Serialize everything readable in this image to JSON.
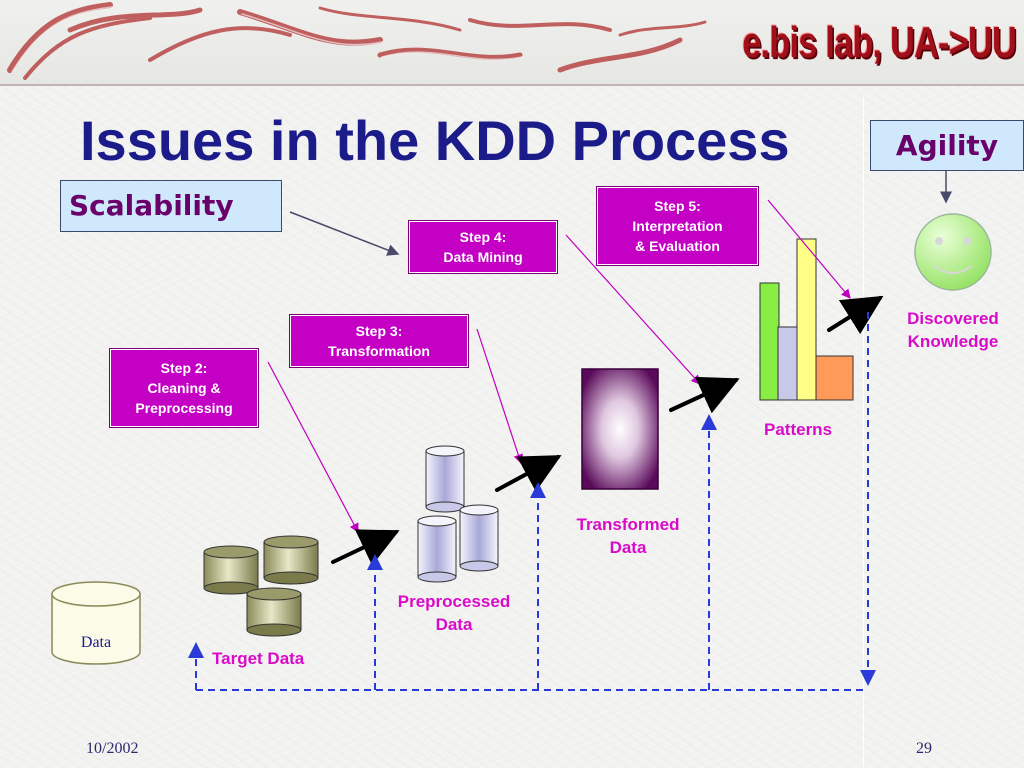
{
  "header": {
    "lab_name": "e.bis lab, UA->UU"
  },
  "title": "Issues in the KDD Process",
  "concerns": {
    "scalability": "Scalability",
    "agility": "Agility"
  },
  "steps": {
    "step2": [
      "Step 2:",
      "Cleaning &",
      "Preprocessing"
    ],
    "step3": [
      "Step 3:",
      "Transformation"
    ],
    "step4": [
      "Step 4:",
      "Data Mining"
    ],
    "step5": [
      "Step 5:",
      "Interpretation",
      "& Evaluation"
    ]
  },
  "stages": {
    "data": "Data",
    "target": "Target Data",
    "preprocessed": [
      "Preprocessed",
      "Data"
    ],
    "transformed": [
      "Transformed",
      "Data"
    ],
    "patterns": "Patterns",
    "knowledge": [
      "Discovered",
      "Knowledge"
    ]
  },
  "footer": {
    "date": "10/2002",
    "page": "29"
  },
  "colors": {
    "title": "#1b1b8a",
    "lab_name": "#a0101a",
    "step_box": "#c400c4",
    "stage_label": "#d80cc8",
    "concern_bg": "#cfe8fb",
    "feedback_line": "#2a3ad8"
  }
}
